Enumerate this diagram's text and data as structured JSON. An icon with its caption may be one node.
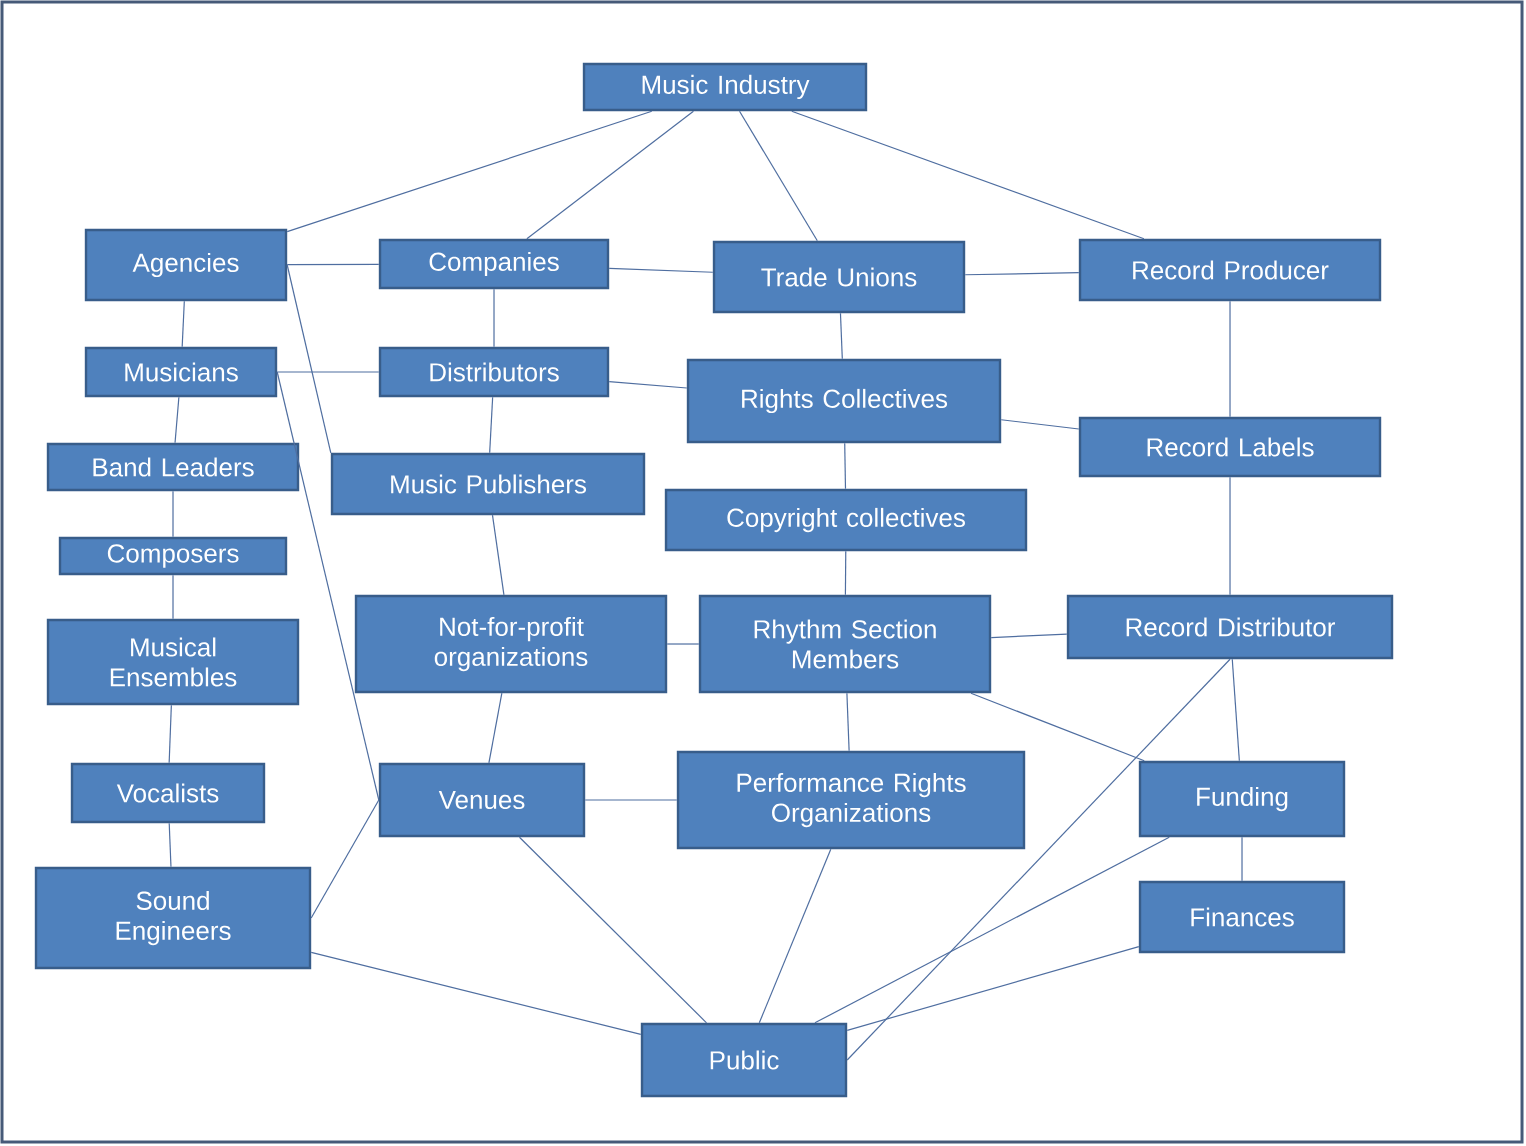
{
  "diagram": {
    "nodes": [
      {
        "text": [
          "Music Industry"
        ]
      },
      {
        "text": [
          "Agencies"
        ]
      },
      {
        "text": [
          "Companies"
        ]
      },
      {
        "text": [
          "Trade Unions"
        ]
      },
      {
        "text": [
          "Record Producer"
        ]
      },
      {
        "text": [
          "Musicians"
        ]
      },
      {
        "text": [
          "Distributors"
        ]
      },
      {
        "text": [
          "Rights Collectives"
        ]
      },
      {
        "text": [
          "Record Labels"
        ]
      },
      {
        "text": [
          "Band Leaders"
        ]
      },
      {
        "text": [
          "Music Publishers"
        ]
      },
      {
        "text": [
          "Copyright collectives"
        ]
      },
      {
        "text": [
          "Composers"
        ]
      },
      {
        "text": [
          "Musical Ensembles"
        ]
      },
      {
        "text": [
          "Not-for-profit organizations"
        ]
      },
      {
        "text": [
          "Rhythm Section Members"
        ]
      },
      {
        "text": [
          "Record Distributor"
        ]
      },
      {
        "text": [
          "Vocalists"
        ]
      },
      {
        "text": [
          "Venues"
        ]
      },
      {
        "text": [
          "Performance Rights Organizations"
        ]
      },
      {
        "text": [
          "Funding"
        ]
      },
      {
        "text": [
          "Sound Engineers"
        ]
      },
      {
        "text": [
          "Finances"
        ]
      },
      {
        "text": [
          "Public"
        ]
      }
    ],
    "edges": [
      {
        "from": 0,
        "to": 1,
        "arrow": "none"
      },
      {
        "from": 0,
        "to": 2,
        "arrow": "none"
      },
      {
        "from": 0,
        "to": 3,
        "arrow": "none"
      },
      {
        "from": 0,
        "to": 4,
        "arrow": "none"
      },
      {
        "from": 1,
        "to": 2,
        "arrow": "none"
      },
      {
        "from": 1,
        "to": 5,
        "arrow": "none"
      },
      {
        "from": 1,
        "to": 10,
        "arrow": "none"
      },
      {
        "from": 2,
        "to": 3,
        "arrow": "none"
      },
      {
        "from": 2,
        "to": 6,
        "arrow": "none"
      },
      {
        "from": 3,
        "to": 4,
        "arrow": "none"
      },
      {
        "from": 3,
        "to": 7,
        "arrow": "none"
      },
      {
        "from": 5,
        "to": 6,
        "arrow": "none"
      },
      {
        "from": 5,
        "to": 9,
        "arrow": "none"
      },
      {
        "from": 5,
        "to": 18,
        "arrow": "none"
      },
      {
        "from": 6,
        "to": 7,
        "arrow": "none"
      },
      {
        "from": 6,
        "to": 10,
        "arrow": "none"
      },
      {
        "from": 7,
        "to": 8,
        "arrow": "none"
      },
      {
        "from": 7,
        "to": 11,
        "arrow": "none"
      },
      {
        "from": 4,
        "to": 8,
        "arrow": "none"
      },
      {
        "from": 8,
        "to": 16,
        "arrow": "none"
      },
      {
        "from": 9,
        "to": 12,
        "arrow": "none"
      },
      {
        "from": 12,
        "to": 13,
        "arrow": "none"
      },
      {
        "from": 13,
        "to": 17,
        "arrow": "none"
      },
      {
        "from": 17,
        "to": 21,
        "arrow": "none"
      },
      {
        "from": 10,
        "to": 14,
        "arrow": "none"
      },
      {
        "from": 14,
        "to": 15,
        "arrow": "none"
      },
      {
        "from": 14,
        "to": 18,
        "arrow": "none"
      },
      {
        "from": 11,
        "to": 15,
        "arrow": "none"
      },
      {
        "from": 15,
        "to": 16,
        "arrow": "none"
      },
      {
        "from": 15,
        "to": 19,
        "arrow": "none"
      },
      {
        "from": 15,
        "to": 20,
        "arrow": "none"
      },
      {
        "from": 18,
        "to": 19,
        "arrow": "none"
      },
      {
        "from": 21,
        "to": 18,
        "arrow": "none"
      },
      {
        "from": 18,
        "to": 23,
        "arrow": "none"
      },
      {
        "from": 21,
        "to": 23,
        "arrow": "none"
      },
      {
        "from": 19,
        "to": 23,
        "arrow": "none"
      },
      {
        "from": 16,
        "to": 20,
        "arrow": "none"
      },
      {
        "from": 16,
        "to": 23,
        "arrow": "none"
      },
      {
        "from": 20,
        "to": 23,
        "arrow": "none"
      },
      {
        "from": 20,
        "to": 22,
        "arrow": "none"
      },
      {
        "from": 22,
        "to": 23,
        "arrow": "none"
      }
    ]
  }
}
